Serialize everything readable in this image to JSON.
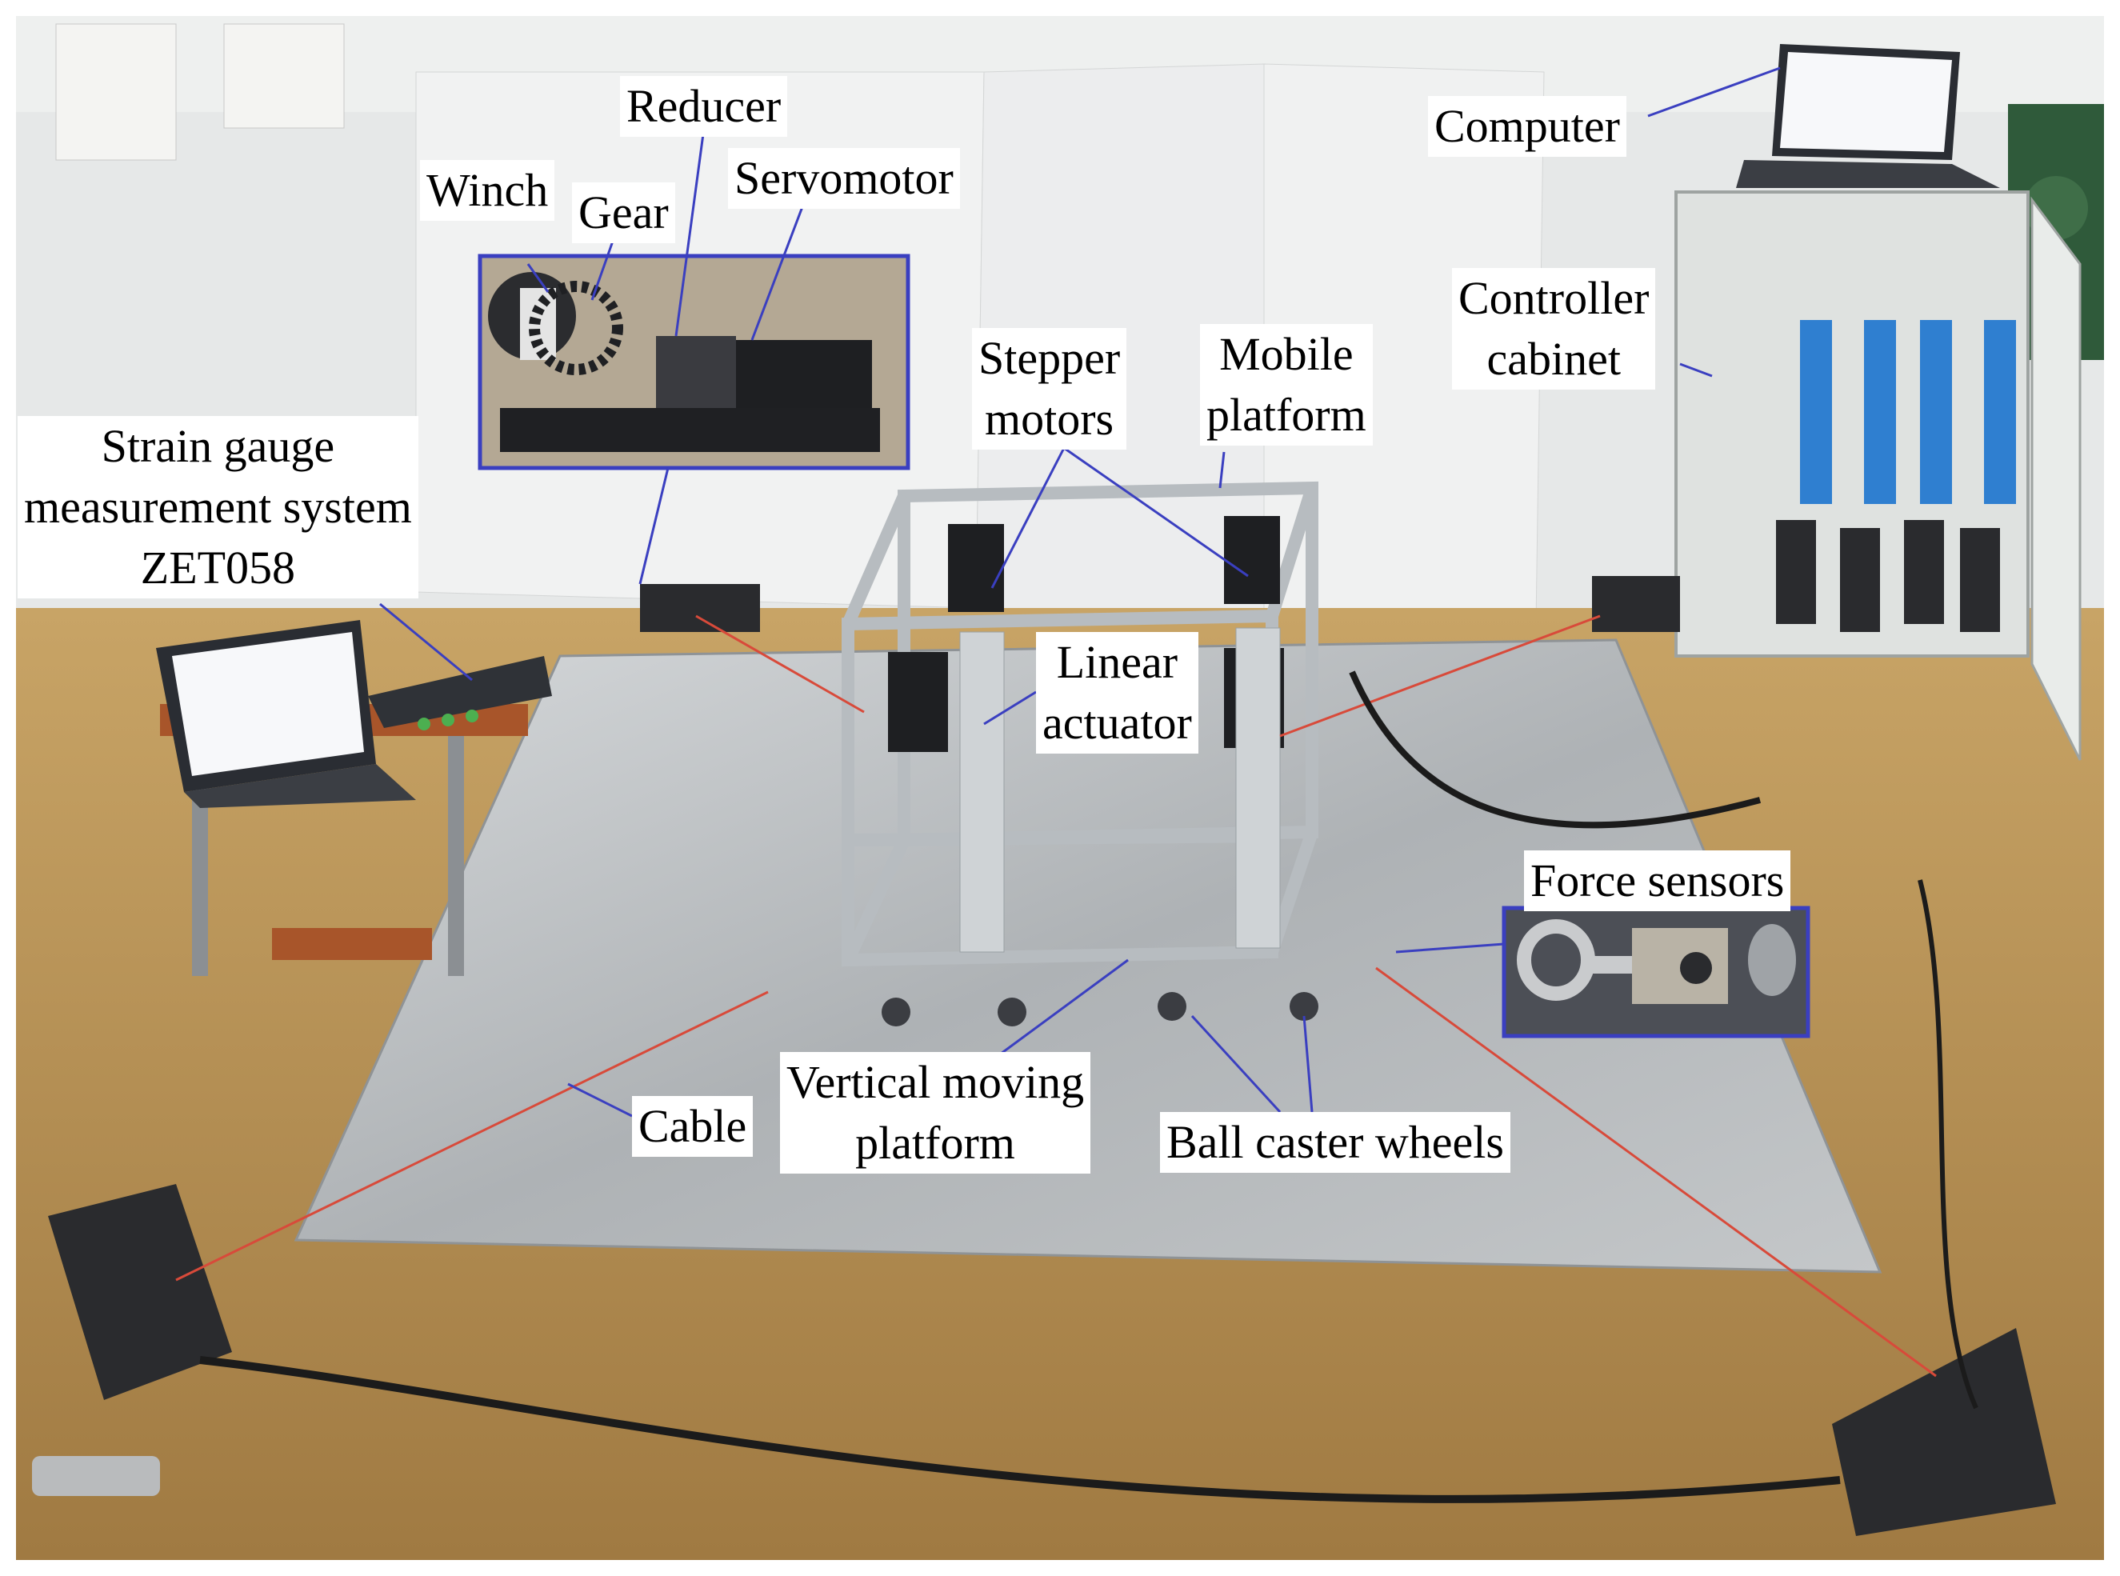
{
  "labels": {
    "reducer": "Reducer",
    "winch": "Winch",
    "gear": "Gear",
    "servomotor": "Servomotor",
    "computer": "Computer",
    "controller_cabinet": [
      "Controller",
      "cabinet"
    ],
    "stepper_motors": [
      "Stepper",
      "motors"
    ],
    "mobile_platform": [
      "Mobile",
      "platform"
    ],
    "strain_gauge": [
      "Strain gauge",
      "measurement system",
      "ZET058"
    ],
    "linear_actuator": [
      "Linear",
      "actuator"
    ],
    "force_sensors": "Force sensors",
    "cable": "Cable",
    "vertical_moving_platform": [
      "Vertical moving",
      "platform"
    ],
    "ball_caster_wheels": "Ball caster wheels"
  },
  "colors": {
    "inset_border": "#3a3fc0",
    "leader_line": "#3a3fc0",
    "floor": "#c9a25e",
    "wall": "#e9eaea",
    "aluminum_sheet": "#b9bcbe",
    "laptop_screen": "#f7f8fa",
    "cable_red": "#d84a3a"
  },
  "insets": [
    "servo-winch-closeup",
    "force-sensor-closeup"
  ]
}
